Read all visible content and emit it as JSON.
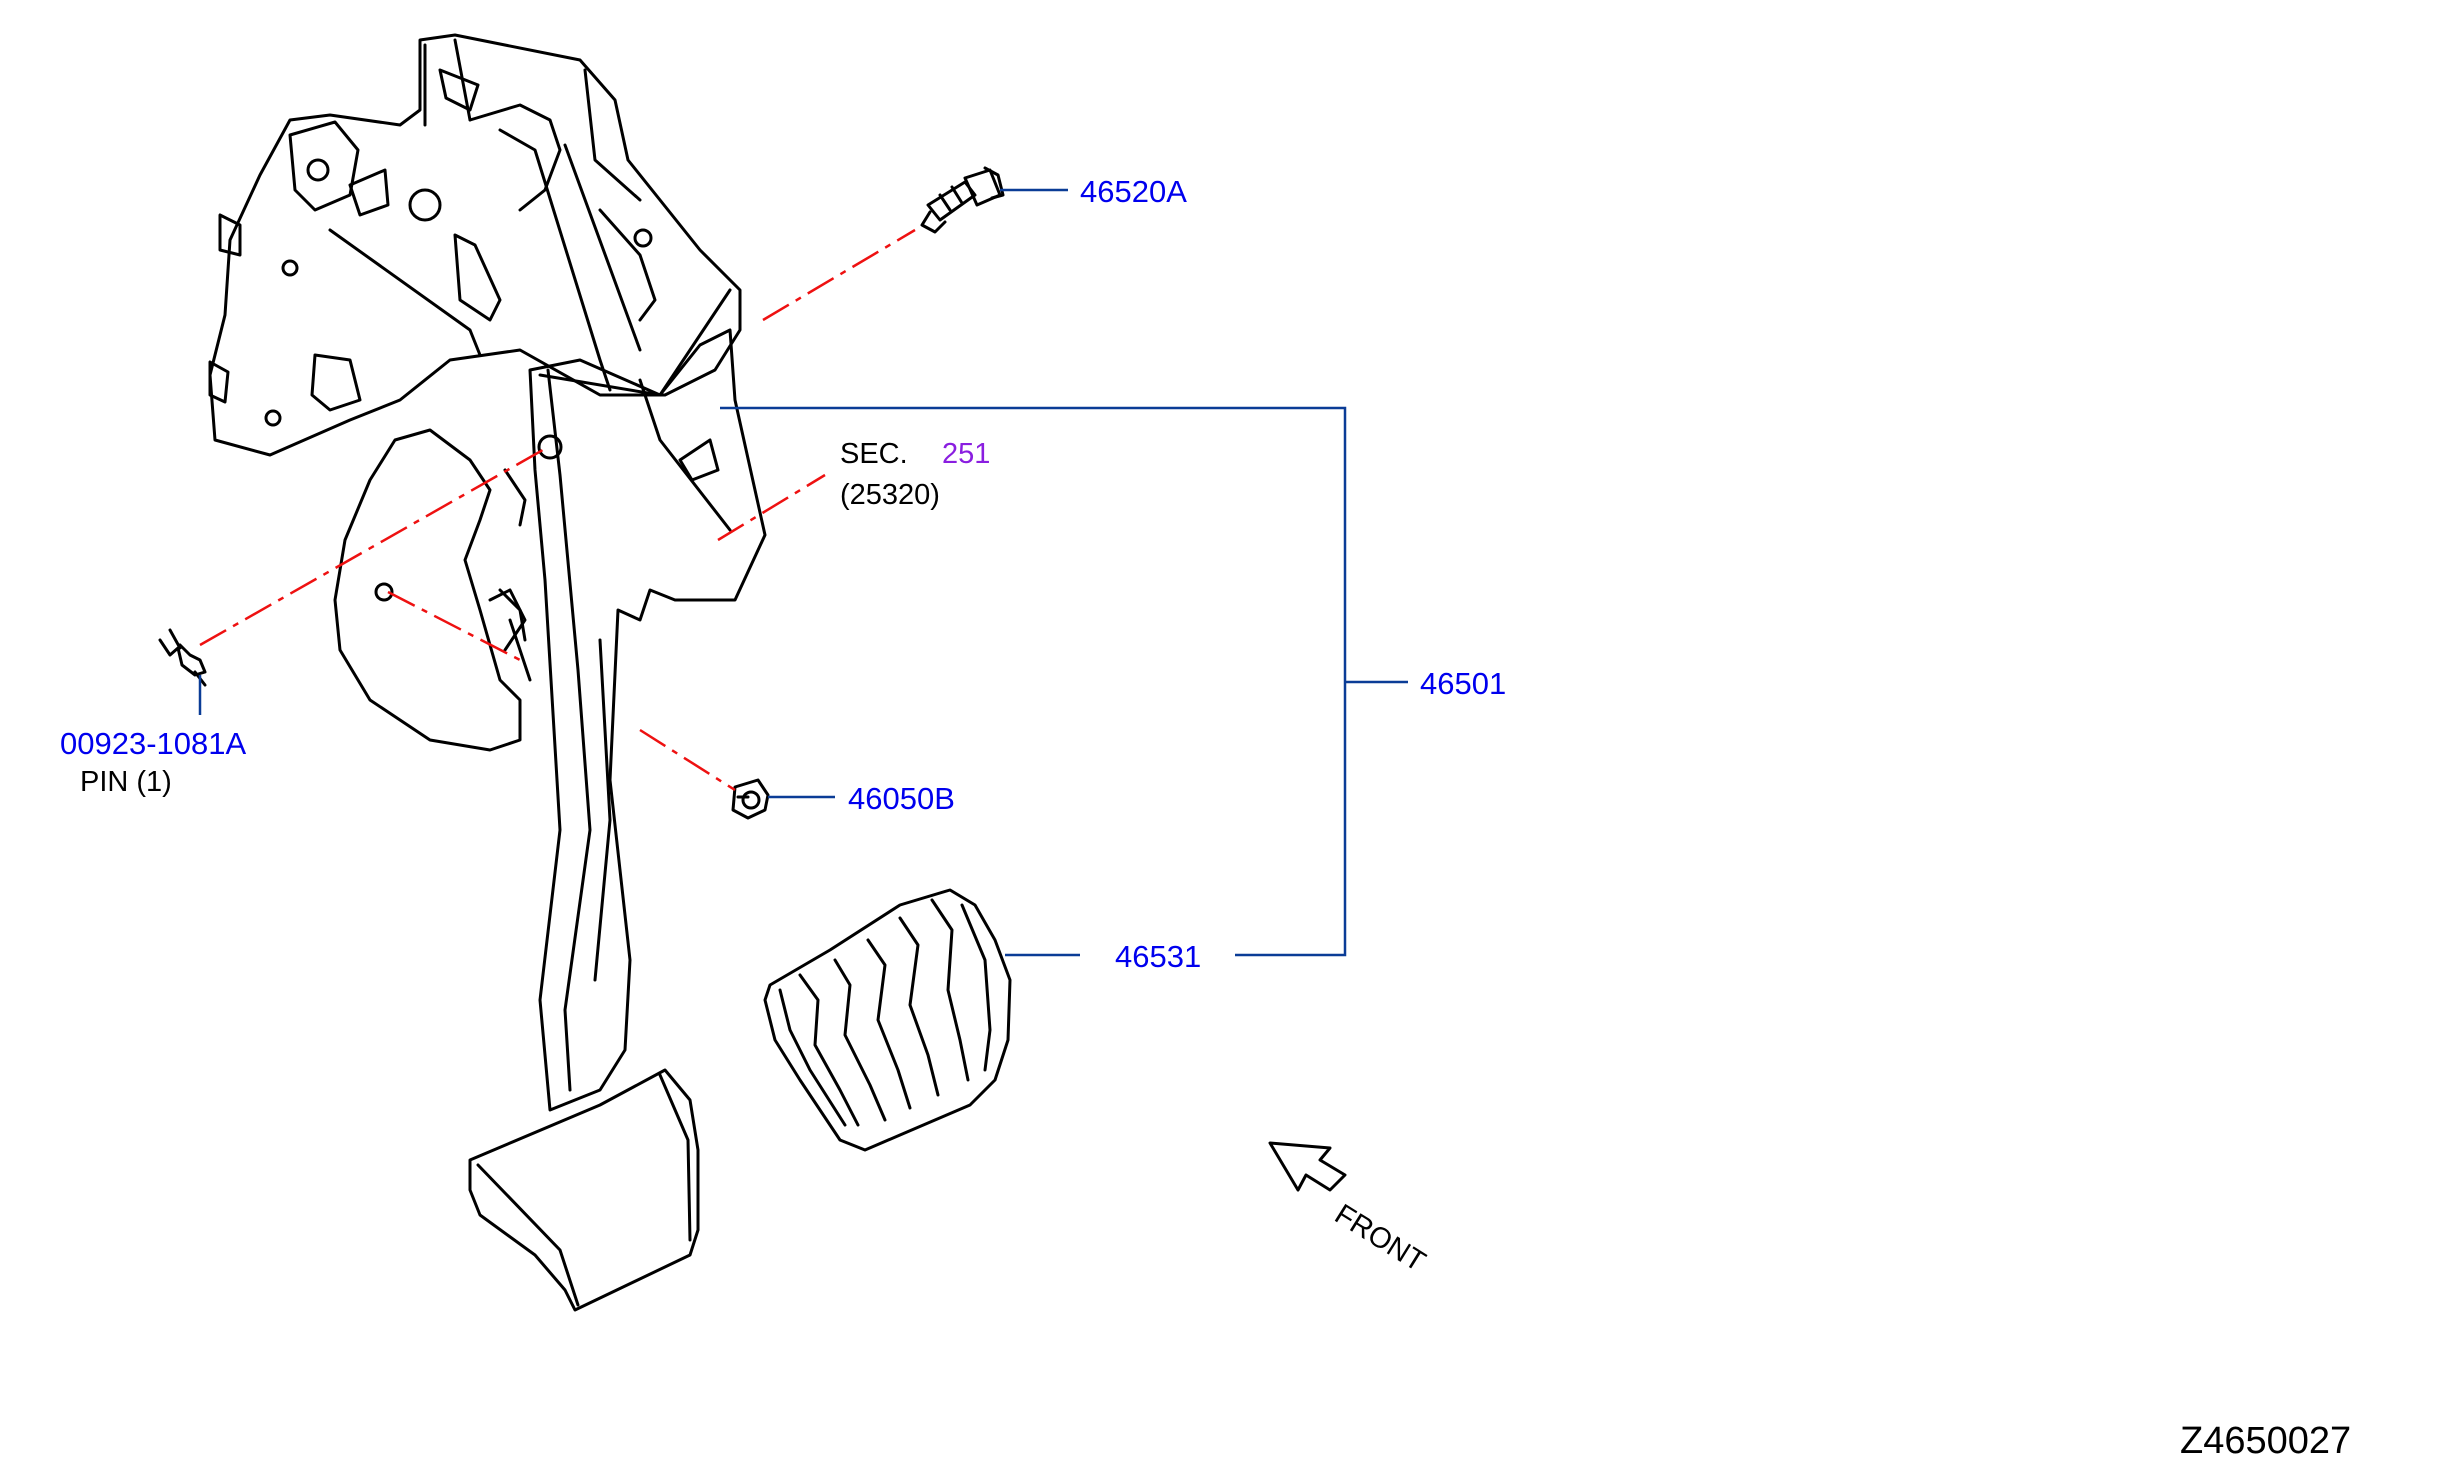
{
  "colors": {
    "line": "#000000",
    "callout_line": "#0a3c96",
    "part_number": "#0000ee",
    "section_number": "#8a1ee0",
    "centerline": "#ee1111",
    "note_text": "#000000"
  },
  "callouts": {
    "bolt": "46520A",
    "pedal_assembly": "46501",
    "nut": "46050B",
    "pedal_pad": "46531",
    "pin_part": "00923-1081A",
    "pin_desc": "PIN  (1)",
    "section_prefix": "SEC.",
    "section_number": "251",
    "section_sub": "(25320)"
  },
  "direction": {
    "label": "FRONT",
    "icon": "arrow-front-icon"
  },
  "drawing_code": "Z4650027"
}
